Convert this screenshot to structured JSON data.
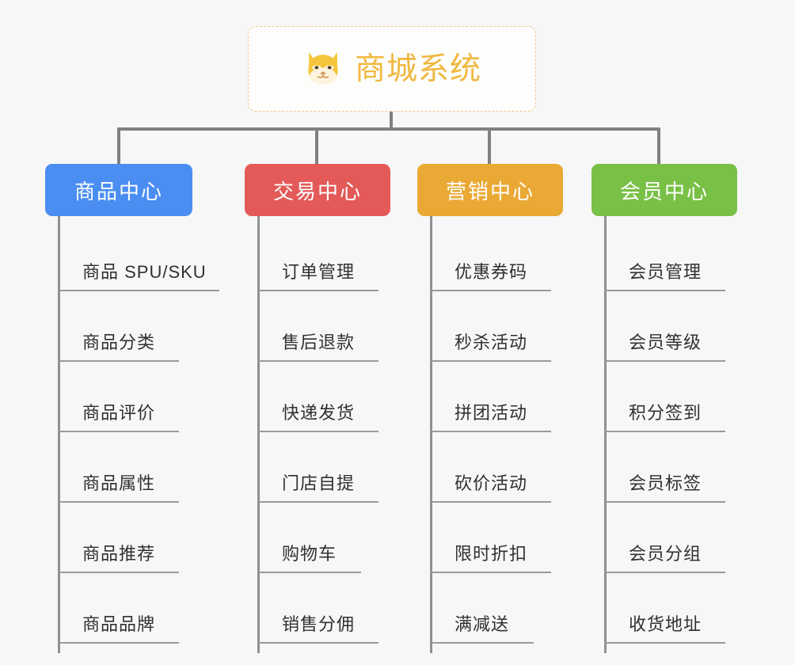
{
  "diagram": {
    "title": "商城系统",
    "type": "mindmap-org-chart",
    "background_color": "#f7f7f7",
    "root": {
      "label": "商城系统",
      "icon": "shiba-dog-emoji",
      "text_color": "#f0b840",
      "border_color": "#edc98a",
      "border_style": "dashed"
    },
    "connector_color": "#808080",
    "branches": [
      {
        "label": "商品中心",
        "color": "#4a8ef2",
        "items": [
          "商品 SPU/SKU",
          "商品分类",
          "商品评价",
          "商品属性",
          "商品推荐",
          "商品品牌"
        ]
      },
      {
        "label": "交易中心",
        "color": "#e35a59",
        "items": [
          "订单管理",
          "售后退款",
          "快递发货",
          "门店自提",
          "购物车",
          "销售分佣"
        ]
      },
      {
        "label": "营销中心",
        "color": "#eaa935",
        "items": [
          "优惠券码",
          "秒杀活动",
          "拼团活动",
          "砍价活动",
          "限时折扣",
          "满减送"
        ]
      },
      {
        "label": "会员中心",
        "color": "#79c046",
        "items": [
          "会员管理",
          "会员等级",
          "积分签到",
          "会员标签",
          "会员分组",
          "收货地址"
        ]
      }
    ]
  }
}
